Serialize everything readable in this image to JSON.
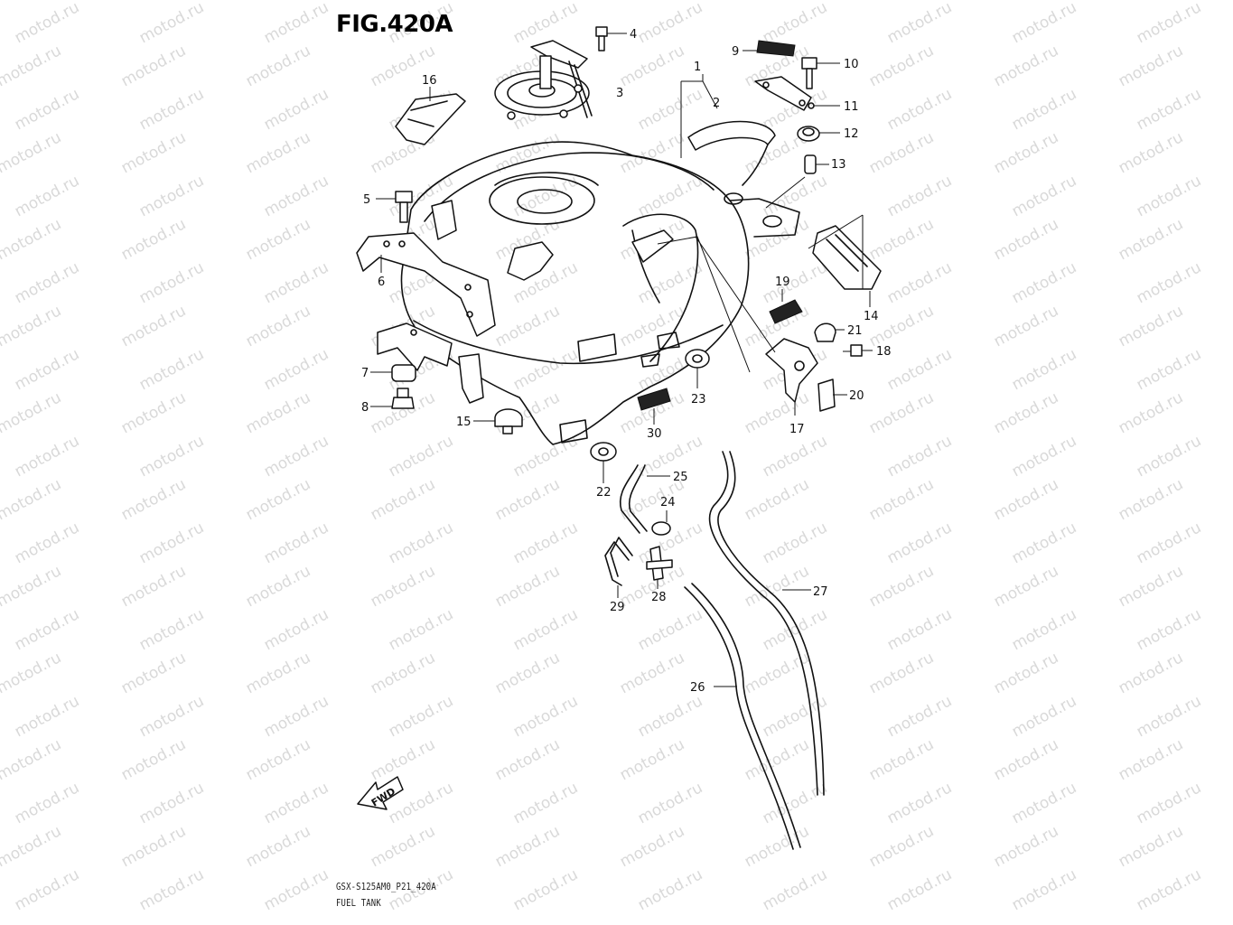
{
  "figure": {
    "title": "FIG.420A",
    "code": "GSX-S125AM0_P21_420A",
    "caption": "FUEL TANK",
    "fwd_label": "FWD",
    "watermark": "motod.ru"
  },
  "callouts": [
    "1",
    "2",
    "3",
    "4",
    "5",
    "6",
    "7",
    "8",
    "9",
    "10",
    "11",
    "12",
    "13",
    "14",
    "15",
    "16",
    "17",
    "18",
    "19",
    "20",
    "21",
    "22",
    "23",
    "24",
    "25",
    "26",
    "27",
    "28",
    "29",
    "30"
  ]
}
